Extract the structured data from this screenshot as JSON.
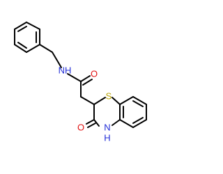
{
  "molecule": {
    "atoms": {
      "nh_amide": {
        "text": "NH",
        "color": "#1f2bd6"
      },
      "o_amide": {
        "text": "O",
        "color": "#e01010"
      },
      "s_ring": {
        "text": "S",
        "color": "#b8a200"
      },
      "o_lactam": {
        "text": "O",
        "color": "#e01010"
      },
      "nh_lactam_n": {
        "text": "N",
        "color": "#1f2bd6"
      },
      "nh_lactam_h": {
        "text": "H",
        "color": "#1f2bd6"
      }
    }
  }
}
